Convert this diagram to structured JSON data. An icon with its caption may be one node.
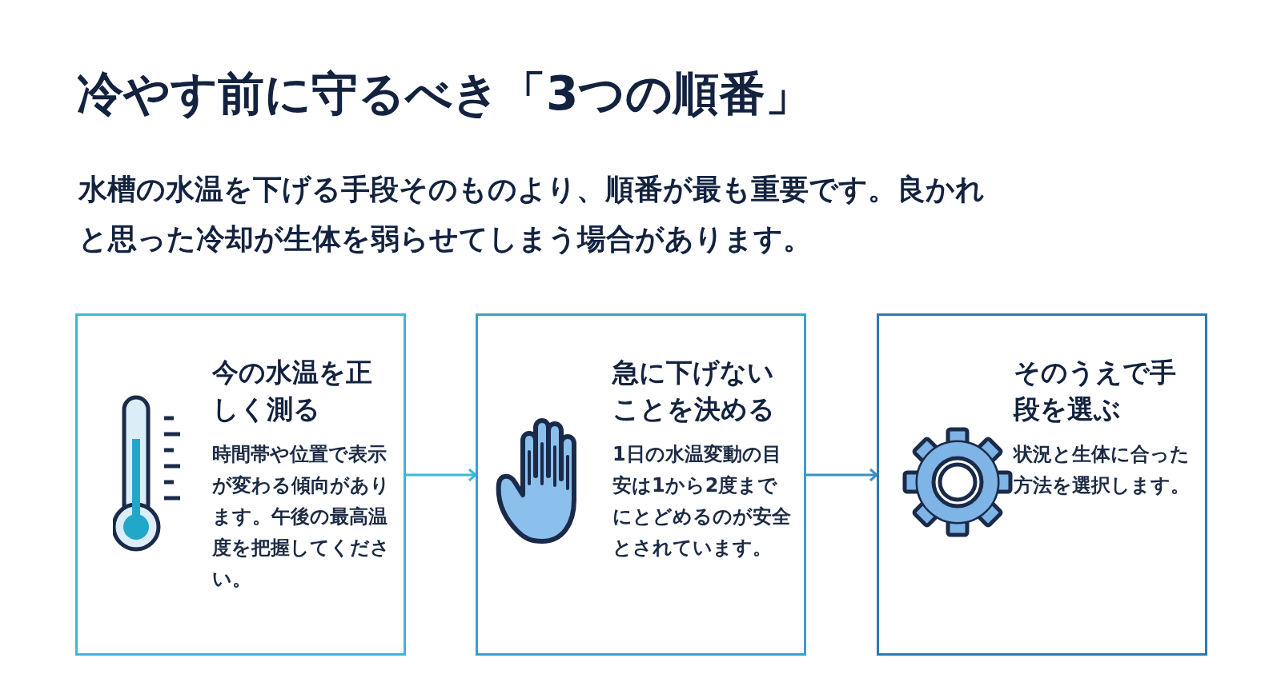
{
  "diagram": {
    "title": "冷やす前に守るべき「3つの順番」",
    "caption": "水槽の水温を下げる手段そのものより、順番が最も重要です。良かれと思った冷却が生体を弱らせてしまう場合があります。",
    "nodes": [
      {
        "text": [
          "今の水温を正しく測る",
          "時間帯や位置で表示が変わる傾向があります。午後の最高温度を把握してください。"
        ]
      },
      {
        "text": [
          "急に下げないことを決める",
          "1日の水温変動の目安は1から2度までにとどめるのが安全とされています。"
        ]
      },
      {
        "text": [
          "そのうえで手段を選ぶ",
          "状況と生体に合った方法を選択します。"
        ]
      }
    ],
    "edges": [
      {
        "from": 0,
        "to": 1,
        "arrow": "to",
        "color": "#3bb8d8"
      },
      {
        "from": 1,
        "to": 2,
        "arrow": "to",
        "color": "#3a8fc4"
      }
    ]
  }
}
